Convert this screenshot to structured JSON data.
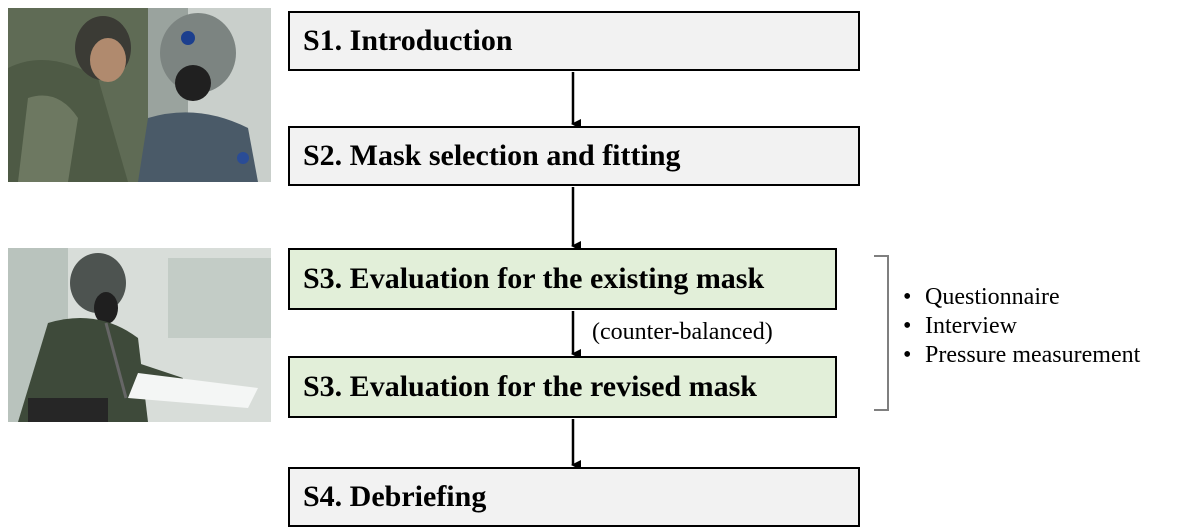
{
  "steps": {
    "s1": "S1. Introduction",
    "s2": "S2. Mask selection and fitting",
    "s3_existing": "S3. Evaluation for the existing mask",
    "s3_revised": "S3. Evaluation for the revised mask",
    "s4": "S4. Debriefing"
  },
  "note": "(counter-balanced)",
  "methods": [
    "Questionnaire",
    "Interview",
    "Pressure measurement"
  ],
  "colors": {
    "gray_box": "#f2f2f2",
    "green_box": "#e2efd9",
    "bracket": "#7f7f7f"
  }
}
